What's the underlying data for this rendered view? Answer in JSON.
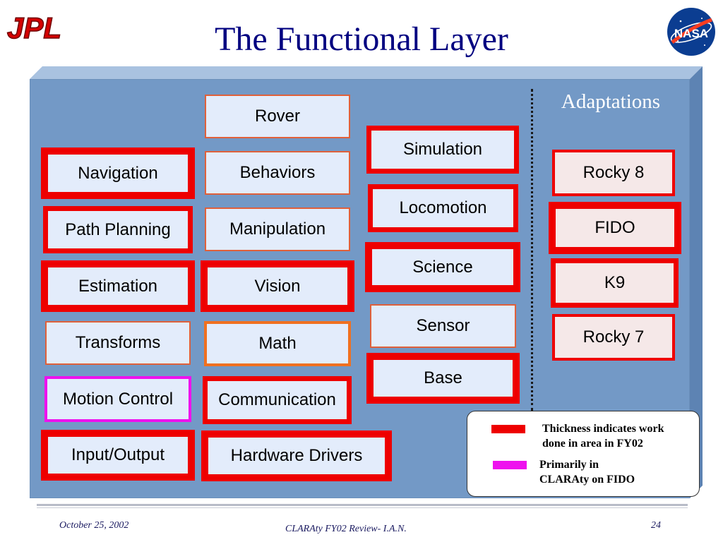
{
  "slide": {
    "title": "The Functional Layer",
    "logos": {
      "left": "JPL",
      "right": "NASA"
    }
  },
  "adaptations_heading": "Adaptations",
  "columns": {
    "col1": [
      {
        "label": "Navigation",
        "style": "red3"
      },
      {
        "label": "Path Planning",
        "style": "red2"
      },
      {
        "label": "Estimation",
        "style": "red3"
      },
      {
        "label": "Transforms",
        "style": "thin"
      },
      {
        "label": "Motion Control",
        "style": "magenta"
      },
      {
        "label": "Input/Output",
        "style": "red3"
      }
    ],
    "col2": [
      {
        "label": "Rover",
        "style": "thin"
      },
      {
        "label": "Behaviors",
        "style": "thin"
      },
      {
        "label": "Manipulation",
        "style": "thin"
      },
      {
        "label": "Vision",
        "style": "red3"
      },
      {
        "label": "Math",
        "style": "orange"
      },
      {
        "label": "Communication",
        "style": "red2"
      },
      {
        "label": "Hardware Drivers",
        "style": "red3"
      }
    ],
    "col3": [
      {
        "label": "Simulation",
        "style": "red2"
      },
      {
        "label": "Locomotion",
        "style": "red2"
      },
      {
        "label": "Science",
        "style": "red3"
      },
      {
        "label": "Sensor",
        "style": "thin"
      },
      {
        "label": "Base",
        "style": "red3"
      }
    ],
    "adaptations": [
      {
        "label": "Rocky 8",
        "style": "red1"
      },
      {
        "label": "FIDO",
        "style": "red3"
      },
      {
        "label": "K9",
        "style": "red2"
      },
      {
        "label": "Rocky 7",
        "style": "red1"
      }
    ]
  },
  "legend": {
    "items": [
      {
        "line1": "Thickness indicates work",
        "line2": "done in area in FY02",
        "color": "#ee0000"
      },
      {
        "line1": "Primarily in",
        "line2": "CLARAty on FIDO",
        "color": "#ee11ee"
      }
    ]
  },
  "footer": {
    "date": "October 25, 2002",
    "center": "CLARAty FY02 Review- I.A.N.",
    "page": "24"
  }
}
